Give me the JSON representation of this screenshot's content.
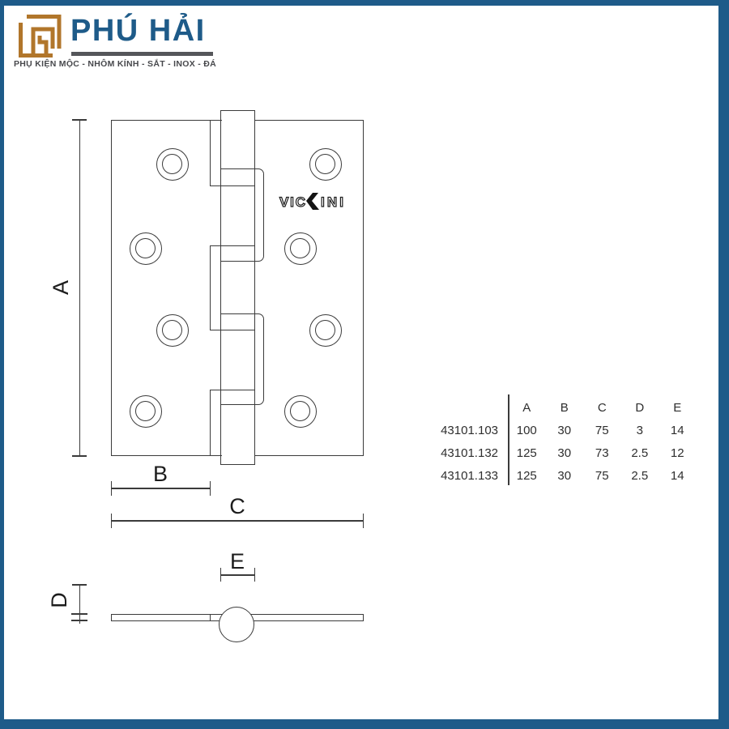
{
  "brand": {
    "name": "PHÚ HẢI",
    "tagline": "PHỤ KIỆN MỘC - NHÔM KÍNH - SẮT - INOX - ĐÁ"
  },
  "drawing": {
    "product_brand": "VICKINI",
    "product_brand_left": "VIC",
    "product_brand_right": "INI",
    "dim_labels": {
      "a": "A",
      "b": "B",
      "c": "C",
      "d": "D",
      "e": "E"
    }
  },
  "spec_table": {
    "columns": [
      "A",
      "B",
      "C",
      "D",
      "E"
    ],
    "rows": [
      {
        "sku": "43101.103",
        "values": [
          "100",
          "30",
          "75",
          "3",
          "14"
        ]
      },
      {
        "sku": "43101.132",
        "values": [
          "125",
          "30",
          "73",
          "2.5",
          "12"
        ]
      },
      {
        "sku": "43101.133",
        "values": [
          "125",
          "30",
          "75",
          "2.5",
          "14"
        ]
      }
    ]
  },
  "colors": {
    "frame_blue": "#1e5b89",
    "logo_gold": "#b1762b",
    "line": "#3b3b3b",
    "rule_gray": "#55565a"
  }
}
